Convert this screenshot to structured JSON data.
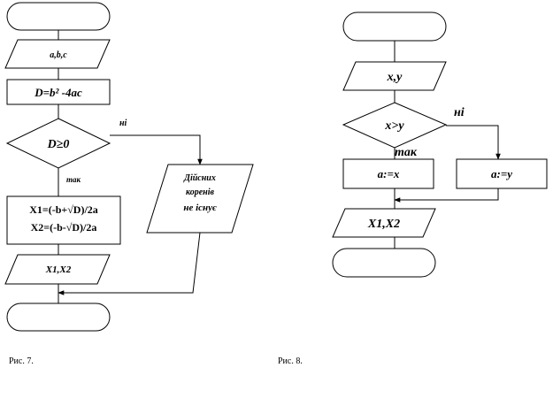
{
  "fig7": {
    "input": "a,b,c",
    "assign": "D=b² -4ac",
    "condition": "D≥0",
    "branch_no": "ні",
    "branch_yes": "так",
    "roots_line1": "X1=(-b+√D)/2a",
    "roots_line2": "X2=(-b-√D)/2a",
    "output": "X1,X2",
    "no_roots_line1": "Дійсних",
    "no_roots_line2": "коренів",
    "no_roots_line3": "не існує",
    "caption": "Рис. 7."
  },
  "fig8": {
    "input": "x,y",
    "condition": "x>y",
    "branch_no": "ні",
    "branch_yes": "так",
    "assign_yes": "a:=x",
    "assign_no": "a:=y",
    "output": "X1,X2",
    "caption": "Рис. 8."
  }
}
